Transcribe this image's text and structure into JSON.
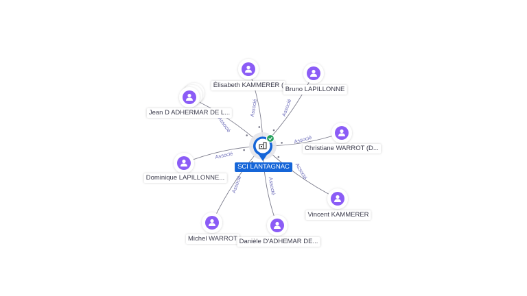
{
  "center": {
    "label": "SCI LANTAGNAC",
    "icon": "building-icon",
    "status": "verified-check-icon"
  },
  "people": [
    {
      "label": "Élisabeth KAMMERER (",
      "edge": "Associé"
    },
    {
      "label": "Bruno LAPILLONNE",
      "edge": "Associé"
    },
    {
      "label": "Jean D ADHERMAR DE L...",
      "edge": "Associé"
    },
    {
      "label": "Christiane WARROT (D...",
      "edge": "Associé"
    },
    {
      "label": "Dominique LAPILLONNE...",
      "edge": "Associé"
    },
    {
      "label": "Vincent KAMMERER",
      "edge": "Associé"
    },
    {
      "label": "Michel WARROT",
      "edge": "Associé"
    },
    {
      "label": "Danièle D'ADHEMAR DE...",
      "edge": "Associé"
    }
  ],
  "colors": {
    "person_node": "#8b5cf6",
    "center_node": "#1565d8",
    "edge": "#7a7a8a",
    "check": "#22a05a"
  }
}
